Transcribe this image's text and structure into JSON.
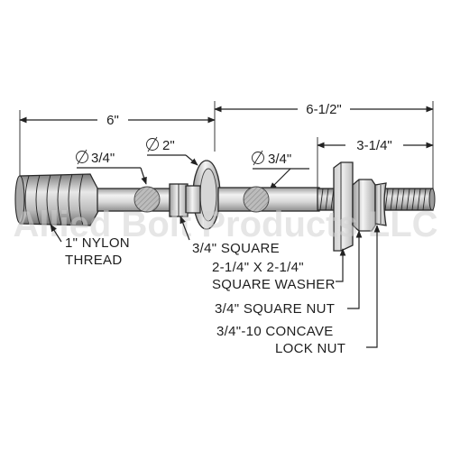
{
  "dimensions": {
    "overall_left": "6\"",
    "overall_right": "6-1/2\"",
    "thread_length": "3-1/4\"",
    "dia_left": "3/4\"",
    "dia_collar": "2\"",
    "dia_right": "3/4\""
  },
  "callouts": {
    "nylon_thread_1": "1\" NYLON",
    "nylon_thread_2": "THREAD",
    "square_shoulder": "3/4\" SQUARE",
    "washer_1": "2-1/4\" X 2-1/4\"",
    "washer_2": "SQUARE WASHER",
    "square_nut": "3/4\" SQUARE NUT",
    "lock_nut_1": "3/4\"-10 CONCAVE",
    "lock_nut_2": "LOCK NUT"
  },
  "watermark": "Allied Bolt Products LLC",
  "colors": {
    "line": "#222222",
    "metal_light": "#efefef",
    "metal_mid": "#bdbdbd",
    "metal_dark": "#8a8a8a",
    "section_hatch": "#b0b0b0"
  }
}
